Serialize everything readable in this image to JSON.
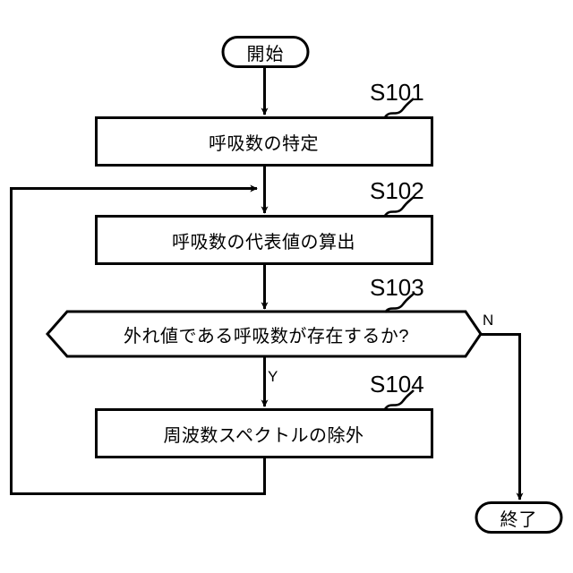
{
  "diagram": {
    "type": "flowchart",
    "language": "ja",
    "orientation": "top-to-bottom",
    "nodes": {
      "start": {
        "label": "開始",
        "shape": "terminator"
      },
      "s101": {
        "tag": "S101",
        "label": "呼吸数の特定",
        "shape": "process"
      },
      "s102": {
        "tag": "S102",
        "label": "呼吸数の代表値の算出",
        "shape": "process"
      },
      "s103": {
        "tag": "S103",
        "label": "外れ値である呼吸数が存在するか?",
        "shape": "decision"
      },
      "s104": {
        "tag": "S104",
        "label": "周波数スペクトルの除外",
        "shape": "process"
      },
      "end": {
        "label": "終了",
        "shape": "terminator"
      }
    },
    "branches": {
      "yes": "Y",
      "no": "N"
    },
    "edges": [
      {
        "from": "start",
        "to": "s101",
        "label": ""
      },
      {
        "from": "s101",
        "to": "s102",
        "label": ""
      },
      {
        "from": "s102",
        "to": "s103",
        "label": ""
      },
      {
        "from": "s103",
        "to": "s104",
        "label": "Y"
      },
      {
        "from": "s103",
        "to": "end",
        "label": "N"
      },
      {
        "from": "s104",
        "to": "s102",
        "label": ""
      }
    ],
    "colors": {
      "stroke": "#000000",
      "fill": "#ffffff",
      "text": "#000000"
    }
  }
}
